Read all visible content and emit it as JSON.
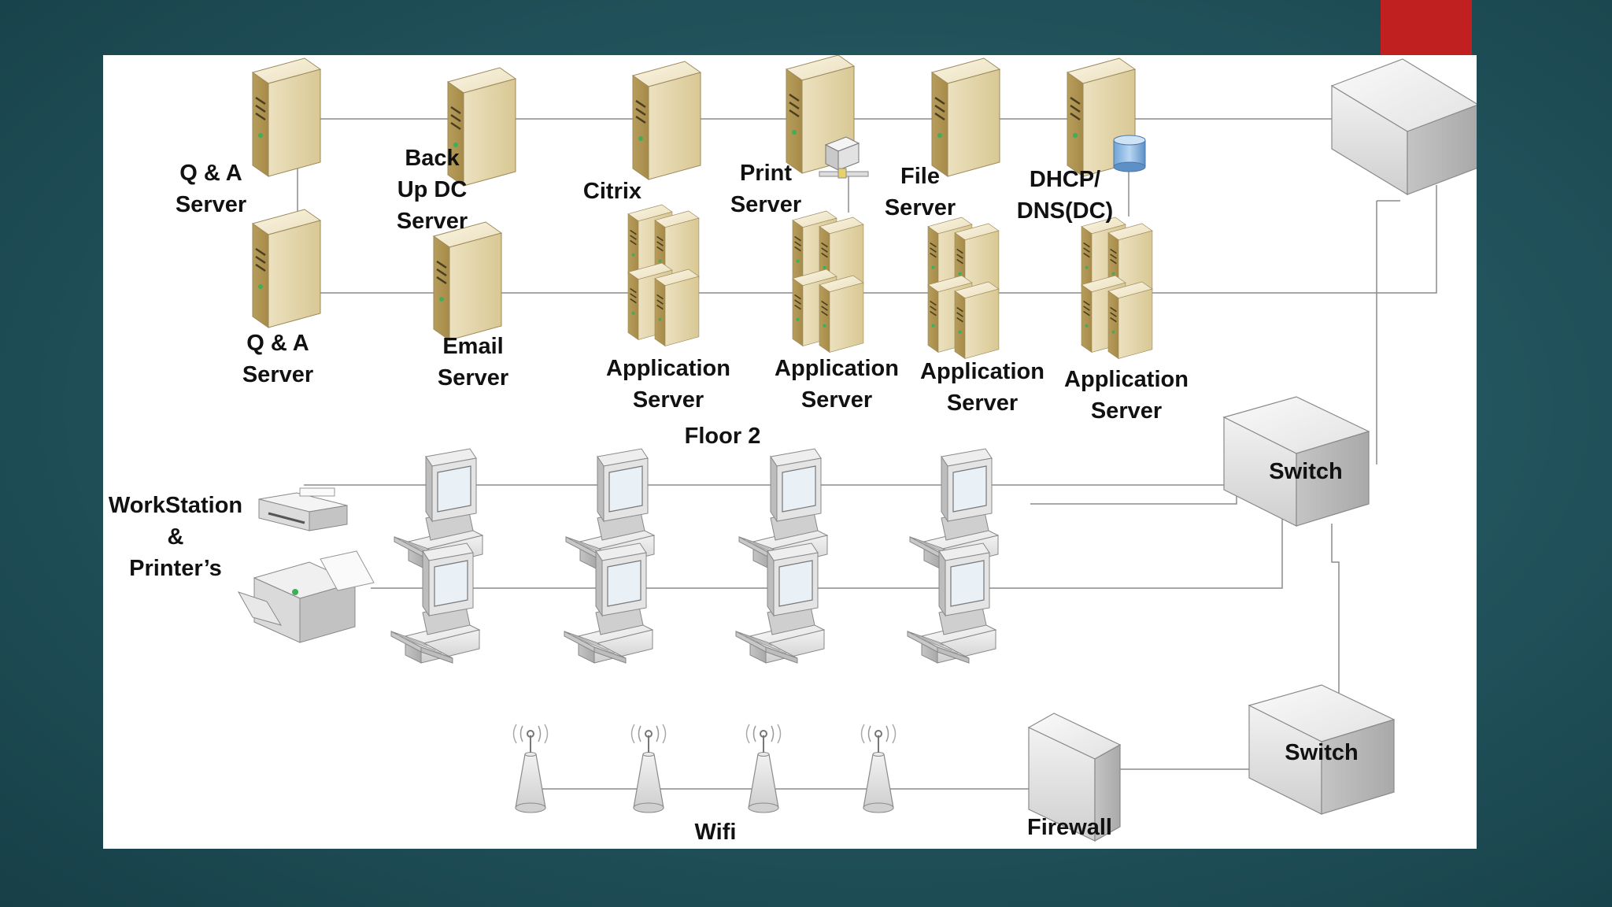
{
  "slide": {
    "accent": "#c0201f",
    "background": "#23565f",
    "canvas_bg": "#ffffff"
  },
  "labels": {
    "qa_server_top": [
      "Q & A",
      "Server"
    ],
    "backup_dc": [
      "Back",
      "Up DC",
      "Server"
    ],
    "citrix": [
      "Citrix"
    ],
    "print_server": [
      "Print",
      "Server"
    ],
    "file_server": [
      "File",
      "Server"
    ],
    "dhcp_dns": [
      "DHCP/",
      "DNS(DC)"
    ],
    "qa_server_bottom": [
      "Q & A",
      "Server"
    ],
    "email_server": [
      "Email",
      "Server"
    ],
    "app_server_1": [
      "Application",
      "Server"
    ],
    "app_server_2": [
      "Application",
      "Server"
    ],
    "app_server_3": [
      "Application",
      "Server"
    ],
    "app_server_4": [
      "Application",
      "Server"
    ],
    "floor": [
      "Floor 2"
    ],
    "workstation_printers": [
      "WorkStation",
      "&",
      "Printer’s"
    ],
    "switch_top": [
      "Switch"
    ],
    "switch_bottom": [
      "Switch"
    ],
    "firewall": [
      "Firewall"
    ],
    "wifi": [
      "Wifi"
    ]
  },
  "icons": {
    "server": "server-tower-icon",
    "server_cluster": "server-cluster-icon",
    "printer": "printer-icon",
    "database": "database-icon",
    "workstation": "desktop-computer-icon",
    "switch": "network-switch-icon",
    "firewall": "firewall-icon",
    "access_point": "wireless-access-point-icon",
    "core_device": "core-router-box-icon"
  }
}
